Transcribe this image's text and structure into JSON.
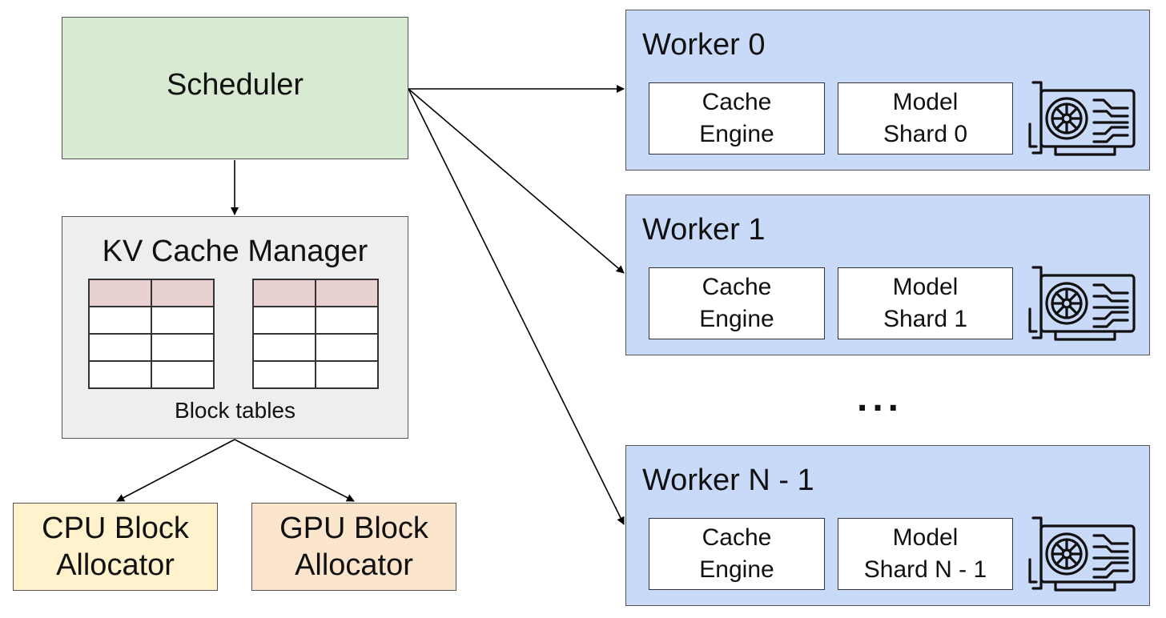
{
  "scheduler": {
    "label": "Scheduler"
  },
  "kv_cache_manager": {
    "title": "KV Cache Manager",
    "caption": "Block tables"
  },
  "allocators": {
    "cpu": "CPU Block\nAllocator",
    "gpu": "GPU Block\nAllocator"
  },
  "workers": [
    {
      "title": "Worker 0",
      "cache_engine": "Cache\nEngine",
      "model_shard": "Model\nShard 0",
      "icon": "gpu-icon"
    },
    {
      "title": "Worker 1",
      "cache_engine": "Cache\nEngine",
      "model_shard": "Model\nShard 1",
      "icon": "gpu-icon"
    },
    {
      "title": "Worker N - 1",
      "cache_engine": "Cache\nEngine",
      "model_shard": "Model\nShard N - 1",
      "icon": "gpu-icon"
    }
  ],
  "ellipsis": "...",
  "colors": {
    "scheduler_fill": "#d9ead3",
    "kv_manager_fill": "#eeeeee",
    "block_table_header": "#ead1d1",
    "cpu_allocator_fill": "#fff2cc",
    "gpu_allocator_fill": "#fce5cd",
    "worker_fill": "#c9daf8"
  }
}
